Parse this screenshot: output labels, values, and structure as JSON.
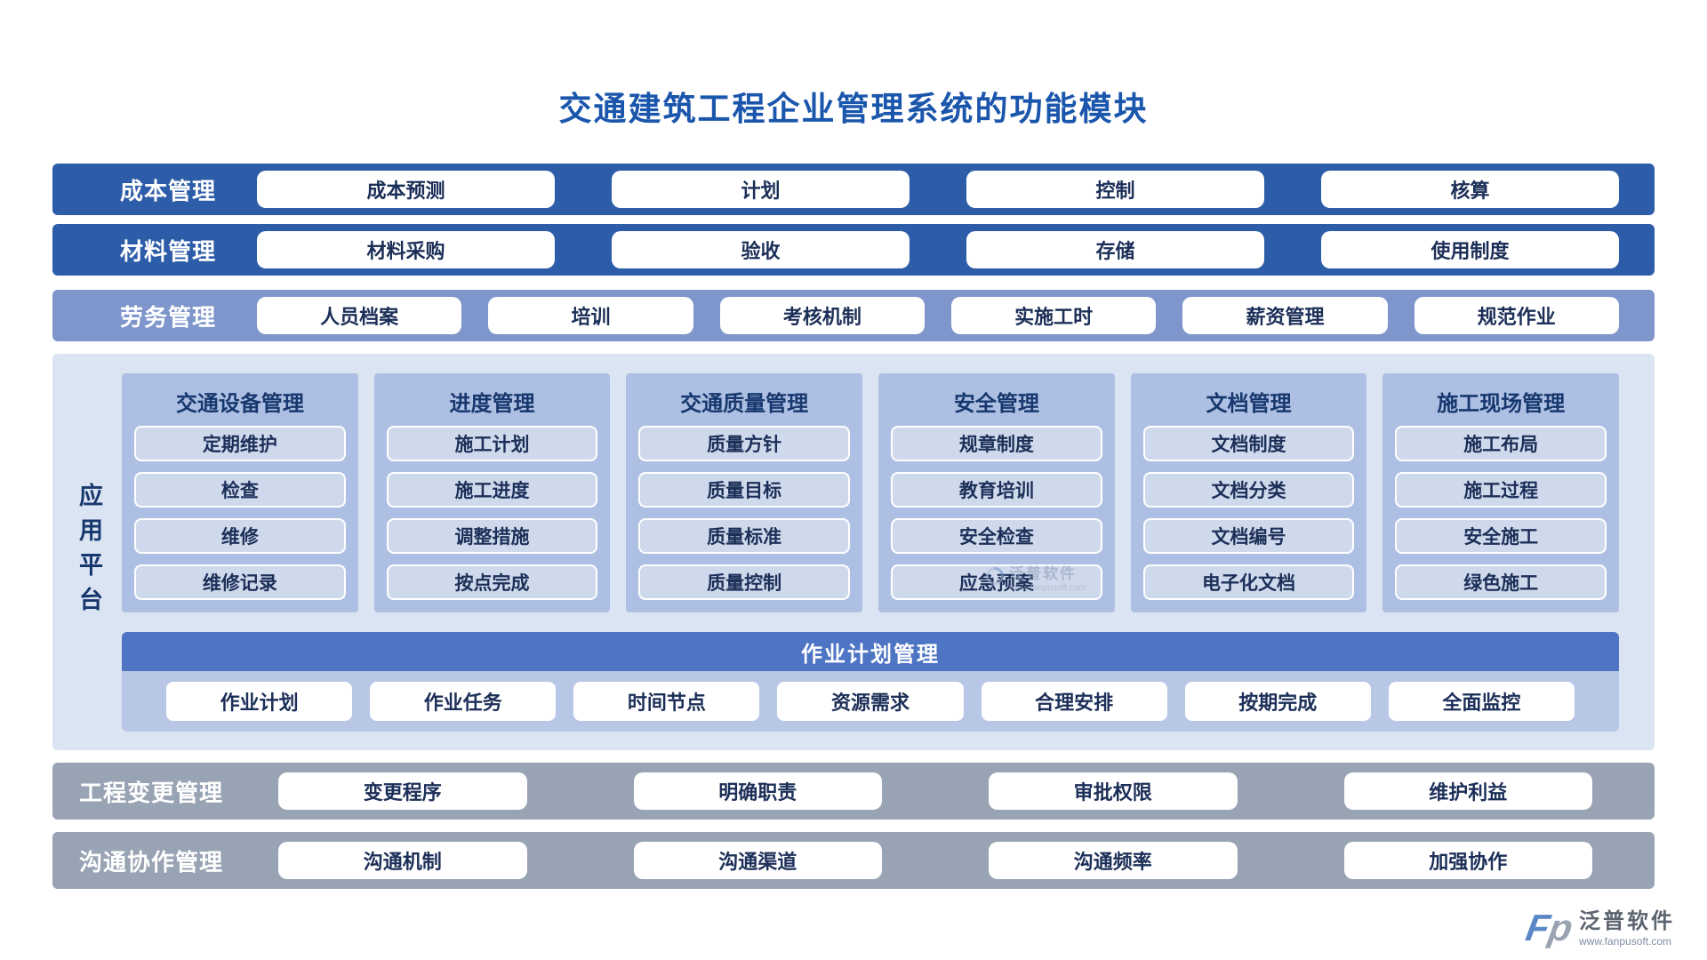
{
  "title": "交通建筑工程企业管理系统的功能模块",
  "bands": [
    {
      "label": "成本管理",
      "items": [
        "成本预测",
        "计划",
        "控制",
        "核算"
      ]
    },
    {
      "label": "材料管理",
      "items": [
        "材料采购",
        "验收",
        "存储",
        "使用制度"
      ]
    },
    {
      "label": "劳务管理",
      "items": [
        "人员档案",
        "培训",
        "考核机制",
        "实施工时",
        "薪资管理",
        "规范作业"
      ]
    }
  ],
  "platform": {
    "label": "应用平台",
    "columns": [
      {
        "title": "交通设备管理",
        "items": [
          "定期维护",
          "检查",
          "维修",
          "维修记录"
        ]
      },
      {
        "title": "进度管理",
        "items": [
          "施工计划",
          "施工进度",
          "调整措施",
          "按点完成"
        ]
      },
      {
        "title": "交通质量管理",
        "items": [
          "质量方针",
          "质量目标",
          "质量标准",
          "质量控制"
        ]
      },
      {
        "title": "安全管理",
        "items": [
          "规章制度",
          "教育培训",
          "安全检查",
          "应急预案"
        ]
      },
      {
        "title": "文档管理",
        "items": [
          "文档制度",
          "文档分类",
          "文档编号",
          "电子化文档"
        ]
      },
      {
        "title": "施工现场管理",
        "items": [
          "施工布局",
          "施工过程",
          "安全施工",
          "绿色施工"
        ]
      }
    ],
    "job_plan": {
      "title": "作业计划管理",
      "items": [
        "作业计划",
        "作业任务",
        "时间节点",
        "资源需求",
        "合理安排",
        "按期完成",
        "全面监控"
      ]
    }
  },
  "bottom_bands": [
    {
      "label": "工程变更管理",
      "items": [
        "变更程序",
        "明确职责",
        "审批权限",
        "维护利益"
      ]
    },
    {
      "label": "沟通协作管理",
      "items": [
        "沟通机制",
        "沟通渠道",
        "沟通频率",
        "加强协作"
      ]
    }
  ],
  "watermark": {
    "brand": "泛普软件",
    "url": "www.fanpusoft.com"
  },
  "footer": {
    "brand": "泛普软件",
    "url": "www.fanpusoft.com"
  },
  "colors": {
    "title_text": "#1a56ac",
    "band_dark": "#2d5ca8",
    "band_medium": "#7e96cb",
    "band_gray": "#98a3b3",
    "panel_bg": "#dbe4f3",
    "column_bg": "#adbfe2",
    "column_item_bg": "#cfd9ec",
    "jobplan_header": "#4e74c4",
    "jobplan_body": "#b9c7e7",
    "button_text": "#1c2f58",
    "column_title_text": "#17386e",
    "label_text": "#ffffff"
  }
}
